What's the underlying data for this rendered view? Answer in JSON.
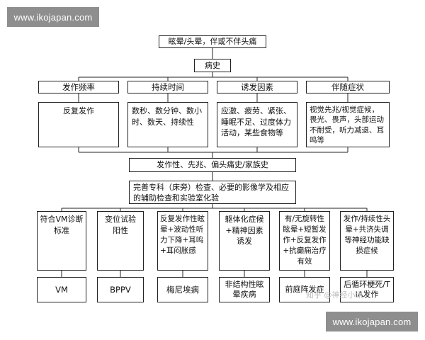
{
  "watermark": {
    "text": "www.ikojapan.com"
  },
  "credit": {
    "text": "知乎 @神经小讯"
  },
  "diagram": {
    "title": "眩晕/头晕，伴或不伴头痛",
    "history": "病史",
    "categories": [
      {
        "label": "发作频率",
        "detail": "反复发作"
      },
      {
        "label": "持续时间",
        "detail": "数秒、数分钟、数小时、数天、持续性"
      },
      {
        "label": "诱发因素",
        "detail": "应激、疲劳、紧张、睡眠不足、过度体力活动，某些食物等"
      },
      {
        "label": "伴随症状",
        "detail": "视觉先兆/视觉症候，畏光、畏声，头部运动不耐受，听力减退、耳鸣等"
      }
    ],
    "summary": "发作性、先兆、偏头痛史/家族史",
    "exam": "完善专科（床旁）检查、必要的影像学及相应的辅助检查和实验室化验",
    "branches": [
      {
        "condition": "符合VM诊断标准",
        "result": "VM"
      },
      {
        "condition": "变位试验阳性",
        "result": "BPPV"
      },
      {
        "condition": "反复发作性眩晕+波动性听力下降+耳鸣+耳闷胀感",
        "result": "梅尼埃病"
      },
      {
        "condition": "躯体化症候+精神因素诱发",
        "result": "非结构性眩晕疾病"
      },
      {
        "condition": "有/无旋转性眩晕+短暂发作+反复发作+抗癫痫治疗有效",
        "result": "前庭阵发症"
      },
      {
        "condition": "发作/持续性头晕+共济失调等神经功能缺损症候",
        "result": "后循环梗死/TIA发作"
      }
    ]
  }
}
